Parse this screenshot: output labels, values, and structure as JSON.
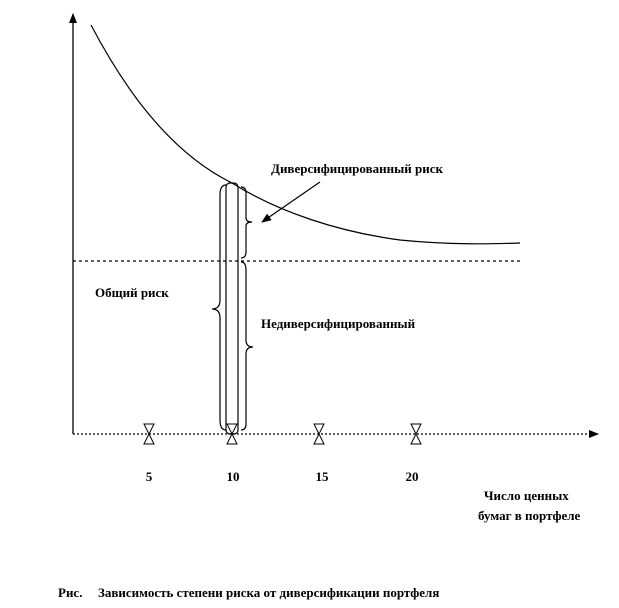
{
  "chart_data": {
    "type": "line",
    "x_ticks": [
      "5",
      "10",
      "15",
      "20"
    ],
    "x_label_lines": [
      "Число ценных",
      "бумаг в портфеле"
    ],
    "labels": {
      "diversified": "Диверсифицированный риск",
      "total": "Общий риск",
      "nondiversified": "Недиверсифицированный"
    },
    "caption_prefix": "Рис.",
    "caption": "Зависимость степени риска от диверсификации портфеля"
  }
}
